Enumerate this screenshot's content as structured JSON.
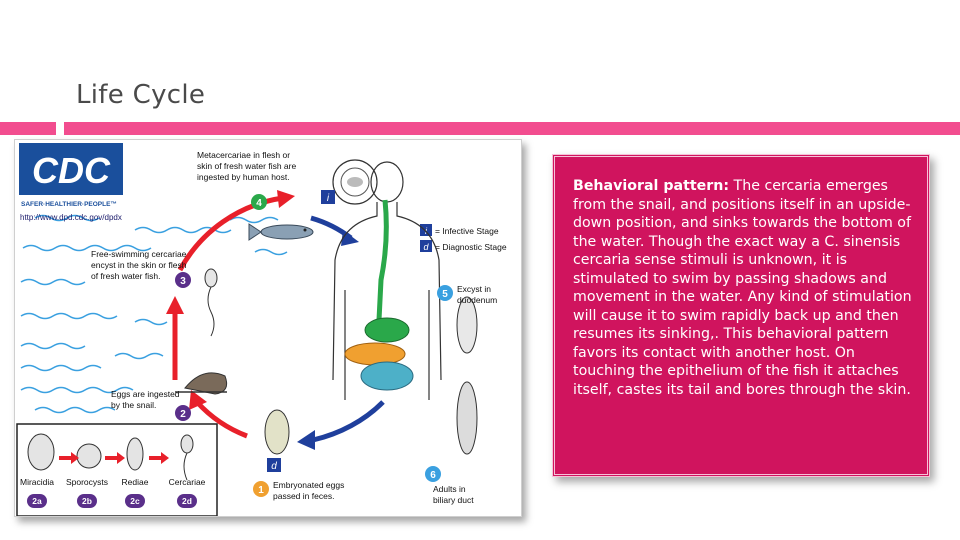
{
  "slide": {
    "title": "Life Cycle"
  },
  "figure": {
    "logo_text": "CDC",
    "logo_tagline": "SAFER·HEALTHIER·PEOPLE™",
    "url": "http://www.dpd.cdc.gov/dpdx",
    "legend": {
      "infective_marker": "i",
      "infective_label": "= Infective Stage",
      "diagnostic_marker": "d",
      "diagnostic_label": "= Diagnostic Stage"
    },
    "steps": [
      {
        "number": "1",
        "lines": [
          "Embryonated eggs",
          "passed in feces."
        ]
      },
      {
        "number": "2",
        "lines": [
          "Eggs are ingested",
          "by the snail."
        ]
      },
      {
        "number": "3",
        "lines": [
          "Free-swimming cercariae",
          "encyst in the skin or flesh",
          "of fresh water fish."
        ]
      },
      {
        "number": "4",
        "lines": [
          "Metacercariae in flesh or",
          "skin of fresh water fish are",
          "ingested by human host."
        ]
      },
      {
        "number": "5",
        "lines": [
          "Excyst in",
          "duodenum"
        ]
      },
      {
        "number": "6",
        "lines": [
          "Adults in",
          "biliary duct"
        ]
      }
    ],
    "snail_stages": [
      {
        "code": "2a",
        "label": "Miracidia"
      },
      {
        "code": "2b",
        "label": "Sporocysts"
      },
      {
        "code": "2c",
        "label": "Rediae"
      },
      {
        "code": "2d",
        "label": "Cercariae"
      }
    ]
  },
  "description": {
    "lead": "Behavioral pattern:",
    "body": " The cercaria emerges from the snail, and positions itself in an upside-down position, and sinks towards the bottom of the water. Though the exact way a C. sinensis cercaria sense stimuli is unknown, it is stimulated to swim by passing shadows and movement in the water. Any kind of stimulation will cause it to swim rapidly back up and then resumes its sinking,. This behavioral pattern favors its contact with another host.  On touching the epithelium of the fish it attaches itself, castes its tail and bores through the skin."
  },
  "colors": {
    "accent": "#f24d8f",
    "text_box": "#d0145e",
    "cycle_red": "#e8202a",
    "cycle_blue": "#1f3f9c",
    "step_badge": "#5a2f8a",
    "cdc_blue": "#1a4f9c"
  }
}
